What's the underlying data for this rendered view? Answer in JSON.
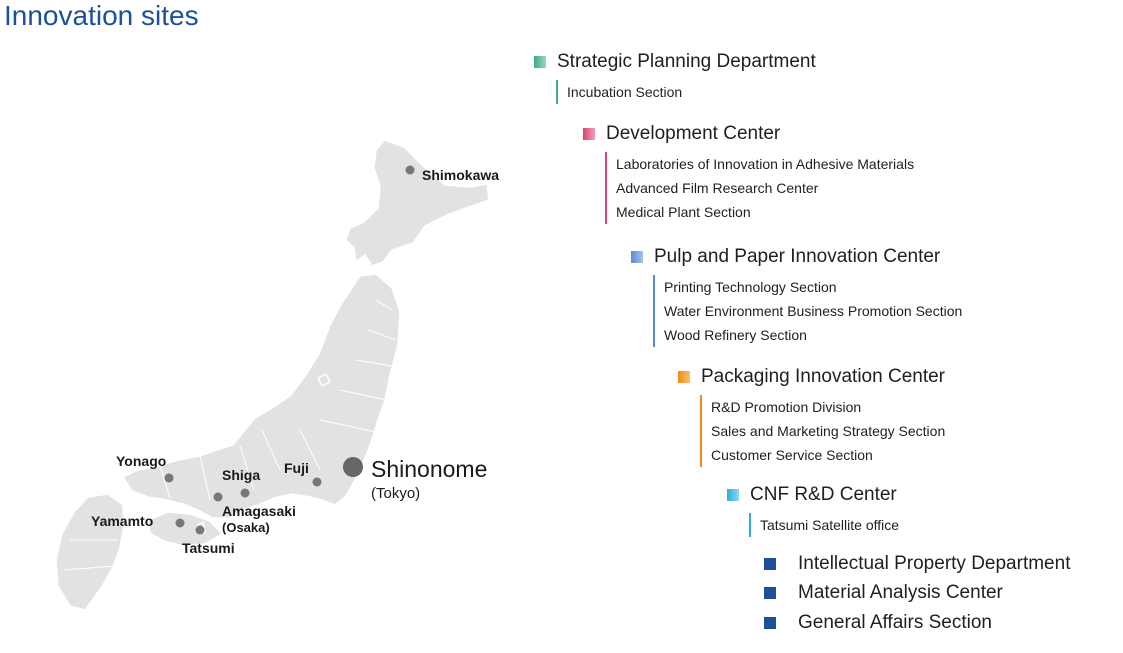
{
  "page": {
    "title": "Innovation sites"
  },
  "map": {
    "sites": [
      {
        "id": "shimokawa",
        "name": "Shimokawa"
      },
      {
        "id": "yonago",
        "name": "Yonago"
      },
      {
        "id": "shiga",
        "name": "Shiga"
      },
      {
        "id": "fuji",
        "name": "Fuji"
      },
      {
        "id": "shinonome",
        "name": "Shinonome",
        "sub": "(Tokyo)"
      },
      {
        "id": "amagasaki",
        "name": "Amagasaki",
        "sub": "(Osaka)"
      },
      {
        "id": "yamamto",
        "name": "Yamamto"
      },
      {
        "id": "tatsumi",
        "name": "Tatsumi"
      }
    ]
  },
  "organization": {
    "departments": [
      {
        "name": "Strategic Planning Department",
        "color": "#3daa88",
        "sections": [
          "Incubation Section"
        ]
      },
      {
        "name": "Development Center",
        "color": "#d9456f",
        "sections": [
          "Laboratories of Innovation in Adhesive Materials",
          "Advanced Film Research Center",
          "Medical Plant Section"
        ]
      },
      {
        "name": "Pulp and Paper Innovation Center",
        "color": "#5b8ad4",
        "sections": [
          "Printing Technology Section",
          "Water Environment Business Promotion Section",
          "Wood Refinery Section"
        ]
      },
      {
        "name": "Packaging Innovation Center",
        "color": "#f08c10",
        "sections": [
          "R&D Promotion Division",
          "Sales and Marketing Strategy Section",
          "Customer Service Section"
        ]
      },
      {
        "name": "CNF R&D Center",
        "color": "#2aaee0",
        "sections": [
          "Tatsumi Satellite office"
        ]
      }
    ],
    "standalone": [
      "Intellectual Property Department",
      "Material Analysis Center",
      "General Affairs Section"
    ],
    "standalone_color": "#1d4f9c"
  }
}
